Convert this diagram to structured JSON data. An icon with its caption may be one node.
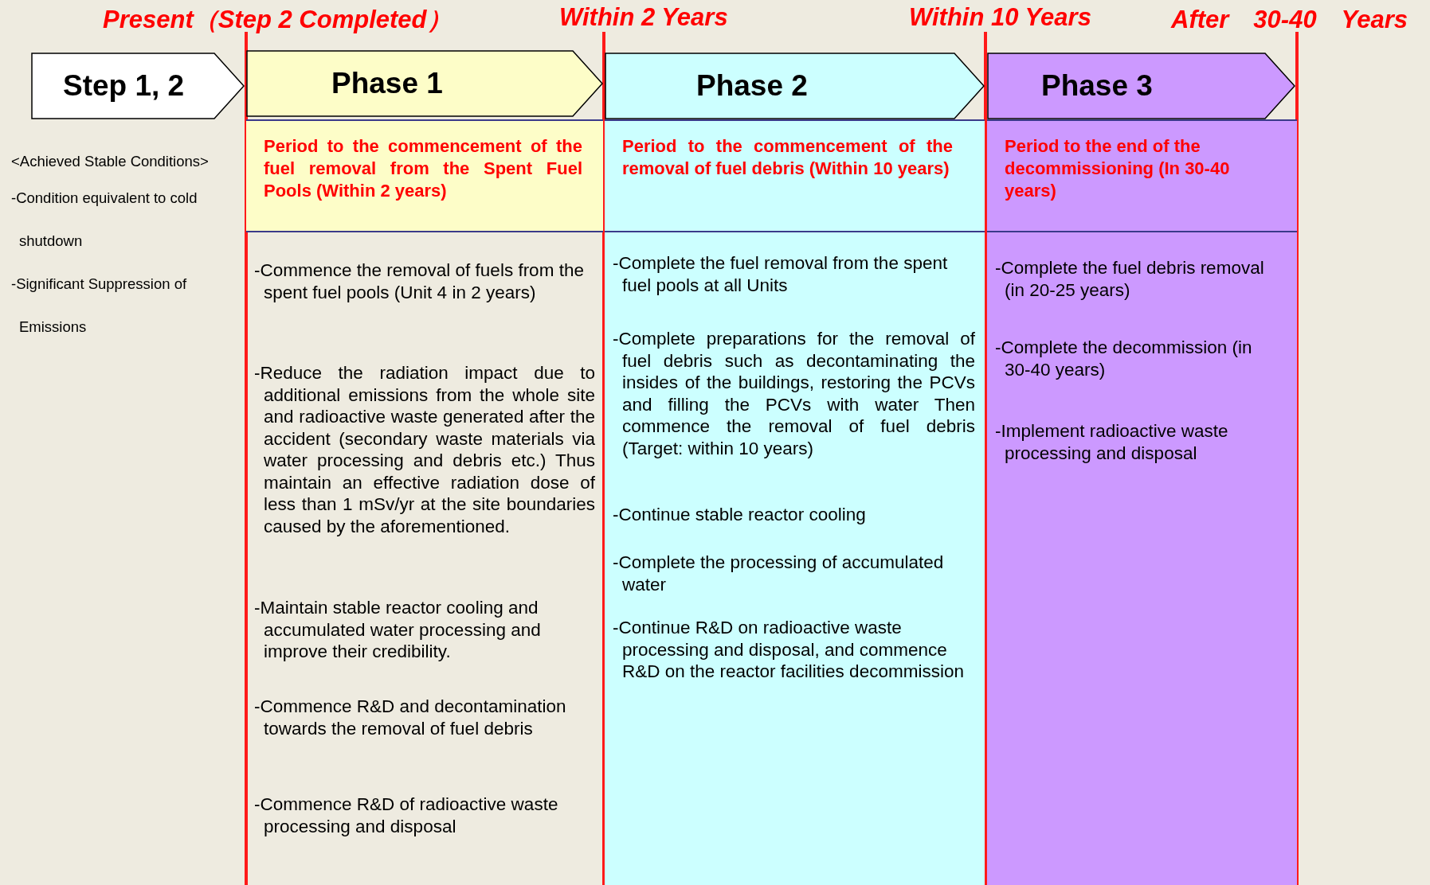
{
  "diagram": {
    "nodes": [
      {
        "text": [
          "Step 1, 2"
        ]
      },
      {
        "text": [
          "Phase 1"
        ]
      },
      {
        "text": [
          "Phase 2"
        ]
      },
      {
        "text": [
          "Phase 3"
        ]
      },
      {
        "text": [
          "Period to the commencement of the fuel removal from the Spent Fuel Pools (Within 2 years)"
        ]
      },
      {
        "text": [
          "-Commence the removal of fuels from the spent fuel pools (Unit 4 in 2 years)",
          "-Reduce the radiation impact due to additional emissions from the whole site and radioactive waste generated after the accident (secondary waste materials via water processing and debris etc.) Thus maintain an effective radiation dose of less than 1 mSv/yr at the site boundaries caused by the aforementioned.",
          "-Maintain stable reactor cooling and accumulated water processing and improve their credibility.",
          "-Commence R&D and decontamination towards the removal of fuel debris",
          "-Commence R&D of radioactive waste processing and disposal"
        ]
      },
      {
        "text": [
          "Period to the commencement of the removal of fuel debris (Within 10 years)"
        ]
      },
      {
        "text": [
          "-Complete the fuel removal from the spent fuel pools at all Units",
          "-Complete preparations for the removal of fuel debris such as decontaminating the insides of the buildings, restoring the PCVs and filling the PCVs with water Then commence the removal of fuel debris (Target: within 10 years)",
          "-Continue stable reactor cooling",
          "-Complete the processing of accumulated water",
          "-Continue R&D on radioactive waste processing and disposal, and commence R&D on the reactor facilities decommission"
        ]
      },
      {
        "text": [
          "Period to the end of the decommissioning (In 30-40 years)"
        ]
      },
      {
        "text": [
          "-Complete the fuel debris removal (in 20-25 years)",
          "-Complete the decommission (in 30-40 years)",
          "-Implement radioactive waste processing and disposal"
        ]
      }
    ],
    "labels": [
      "Present（Step 2 Completed）",
      "Within 2 Years",
      "Within 10 Years",
      "After　30-40　Years",
      "<Achieved Stable Conditions>",
      "-Condition equivalent to cold shutdown",
      "-Significant Suppression of Emissions"
    ]
  }
}
